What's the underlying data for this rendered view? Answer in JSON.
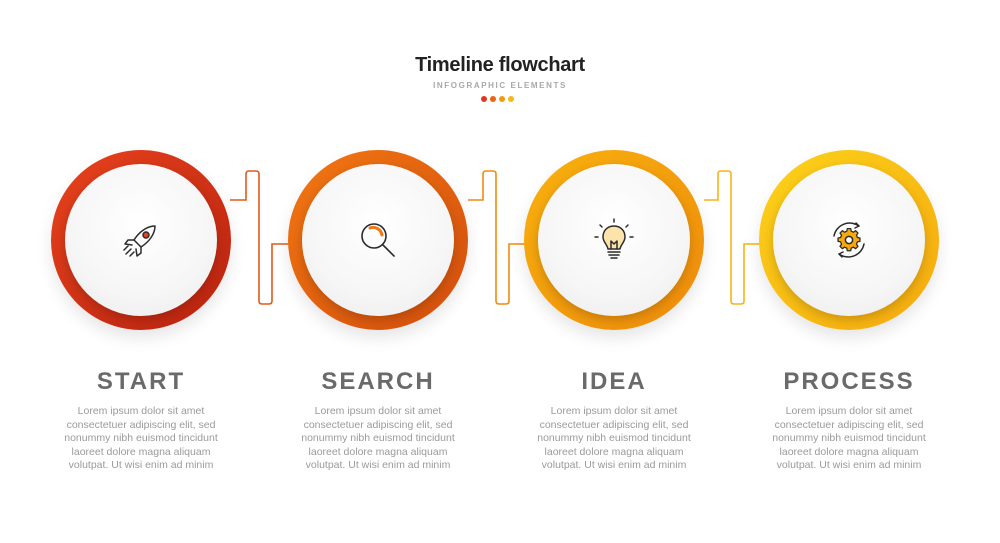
{
  "header": {
    "title": "Timeline flowchart",
    "subtitle": "INFOGRAPHIC ELEMENTS",
    "dot_colors": [
      "#e03a1e",
      "#ec6410",
      "#f39a0c",
      "#f7b818"
    ]
  },
  "steps": [
    {
      "label": "START",
      "icon": "rocket-icon",
      "color_from": "#e8431d",
      "color_to": "#b8220f",
      "body": [
        "Lorem ipsum dolor sit amet",
        "consectetuer adipiscing elit, sed",
        "nonummy nibh euismod tincidunt",
        "laoreet dolore magna aliquam",
        "volutpat. Ut wisi enim ad minim"
      ]
    },
    {
      "label": "SEARCH",
      "icon": "magnifier-icon",
      "color_from": "#f27712",
      "color_to": "#d24d0d",
      "body": [
        "Lorem ipsum dolor sit amet",
        "consectetuer adipiscing elit, sed",
        "nonummy nibh euismod tincidunt",
        "laoreet dolore magna aliquam",
        "volutpat. Ut wisi enim ad minim"
      ]
    },
    {
      "label": "IDEA",
      "icon": "lightbulb-icon",
      "color_from": "#f8b10e",
      "color_to": "#ee8a0b",
      "body": [
        "Lorem ipsum dolor sit amet",
        "consectetuer adipiscing elit, sed",
        "nonummy nibh euismod tincidunt",
        "laoreet dolore magna aliquam",
        "volutpat. Ut wisi enim ad minim"
      ]
    },
    {
      "label": "PROCESS",
      "icon": "gear-cycle-icon",
      "color_from": "#fcd21a",
      "color_to": "#f5a90e",
      "body": [
        "Lorem ipsum dolor sit amet",
        "consectetuer adipiscing elit, sed",
        "nonummy nibh euismod tincidunt",
        "laoreet dolore magna aliquam",
        "volutpat. Ut wisi enim ad minim"
      ]
    }
  ],
  "connector_colors": [
    "#e35a1a",
    "#f08a10",
    "#f6b414"
  ]
}
